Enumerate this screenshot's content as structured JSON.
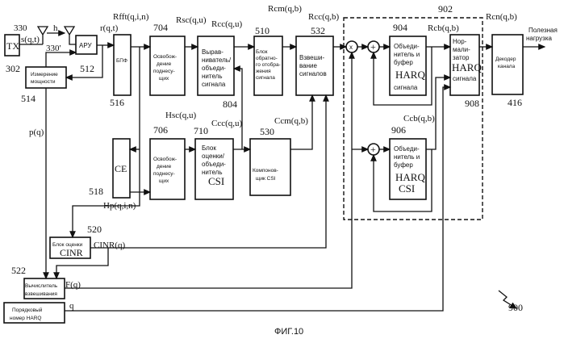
{
  "figure": {
    "title": "ФИГ.10",
    "ref": "900"
  },
  "labels": {
    "n330": "330",
    "n330p": "330'",
    "s": "s(q,t)",
    "h": "h",
    "r": "r(q,t)",
    "rfft": "Rfft(q,i,n)",
    "rsc": "Rsc(q,u)",
    "rcc": "Rcc(q,u)",
    "rcm": "Rcm(q,b)",
    "rccb": "Rcc(q,b)",
    "rcb": "Rcb(q,b)",
    "rcn": "Rcn(q,b)",
    "hsc": "Hsc(q,u)",
    "ccc": "Ccc(q,u)",
    "ccm": "Ccm(q,b)",
    "ccb": "Ccb(q,b)",
    "hp": "Hp(q,i,n)",
    "pq": "p(q)",
    "cinr": "CINR(q)",
    "fq": "F(q)",
    "q": "q",
    "payload1": "Полезная",
    "payload2": "нагрузка"
  },
  "blocks": {
    "tx": {
      "ref": "302",
      "l": [
        "TX"
      ]
    },
    "agc": {
      "ref": "512",
      "l": [
        "АРУ"
      ]
    },
    "power": {
      "ref": "514",
      "l": [
        "Измерение",
        "мощности"
      ]
    },
    "fft": {
      "ref": "516",
      "l": [
        "БПФ"
      ]
    },
    "demap1": {
      "ref": "704",
      "l": [
        "Освобож-",
        "дение",
        "поднесу-",
        "щих"
      ]
    },
    "equal": {
      "ref": "804",
      "l": [
        "Вырав-",
        "ниватель/",
        "объеди-",
        "нитель",
        "сигнала"
      ]
    },
    "demap2": {
      "ref": "510",
      "l": [
        "Блок",
        "обратно-",
        "го отобра-",
        "жения",
        "сигнала"
      ]
    },
    "weight": {
      "ref": "532",
      "l": [
        "Взвеши-",
        "вание",
        "сигналов"
      ]
    },
    "ce": {
      "ref": "518",
      "l": [
        "CE"
      ]
    },
    "demap3": {
      "ref": "706",
      "l": [
        "Освобож-",
        "дение",
        "поднесу-",
        "щих"
      ]
    },
    "csiest": {
      "ref": "710",
      "l": [
        "Блок",
        "оценки/",
        "объеди-",
        "нитель",
        "CSI"
      ]
    },
    "csicomp": {
      "ref": "530",
      "l": [
        "Компонов-",
        "щик CSI"
      ]
    },
    "harqdash": {
      "ref": "902"
    },
    "harqsig": {
      "ref": "904",
      "l": [
        "Объеди-",
        "нитель и",
        "буфер",
        "HARQ",
        "сигнала"
      ]
    },
    "harqcsi": {
      "ref": "906",
      "l": [
        "Объеди-",
        "нитель и",
        "буфер",
        "HARQ",
        "CSI"
      ]
    },
    "norm": {
      "ref": "908",
      "l": [
        "Нор-",
        "мали-",
        "затор",
        "HARQ",
        "сигнала"
      ]
    },
    "decoder": {
      "ref": "416",
      "l": [
        "Декодер",
        "канала"
      ]
    },
    "cinrest": {
      "ref": "520",
      "l": [
        "Блок оценки",
        "CINR"
      ]
    },
    "wcalc": {
      "ref": "522",
      "l": [
        "Вычислитель",
        "взвешивания"
      ]
    },
    "harqnum": {
      "l": [
        "Порядковый",
        "номер HARQ"
      ]
    }
  },
  "symbols": {
    "mult": "x",
    "add": "+"
  }
}
